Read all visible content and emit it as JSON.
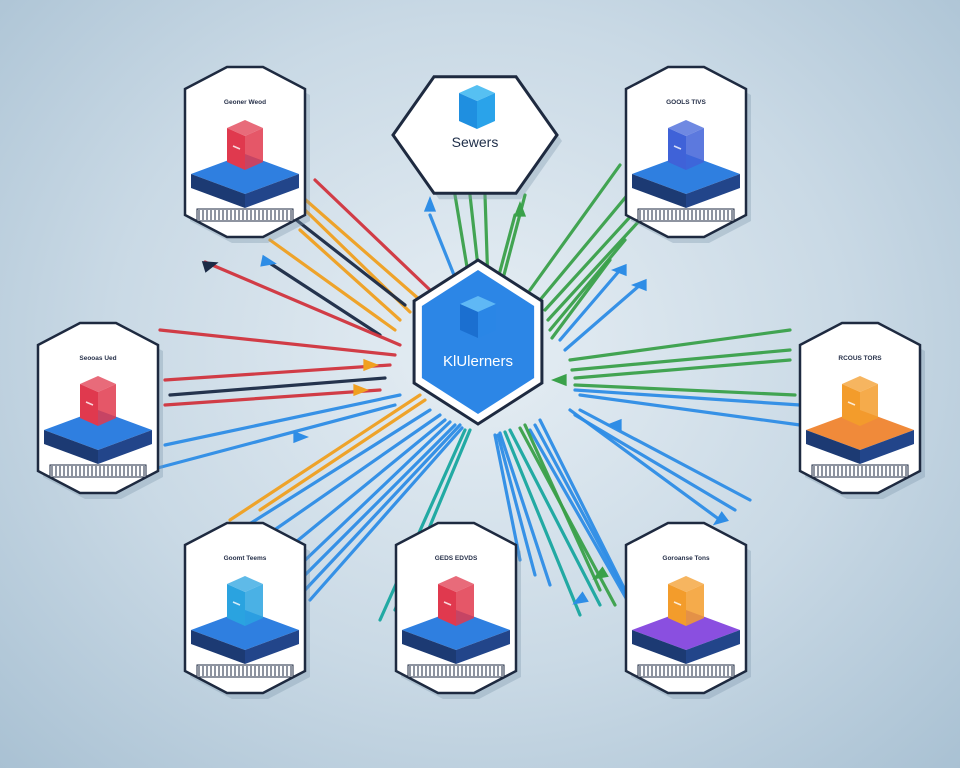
{
  "hub": {
    "label": "KlUlerners",
    "color": "#2c86e6"
  },
  "top_node": {
    "label": "Sewers"
  },
  "nodes": [
    {
      "id": "node-top-left",
      "label": "Geoner Weod",
      "cube": "#e0394e",
      "base": "#2f7fe0"
    },
    {
      "id": "node-top-right",
      "label": "GOOLS TIVS",
      "cube": "#3f62d8",
      "base": "#2f7fe0"
    },
    {
      "id": "node-mid-left",
      "label": "Seooas Ued",
      "cube": "#e0394e",
      "base": "#2f7fe0"
    },
    {
      "id": "node-mid-right",
      "label": "RCOUS TORS",
      "cube": "#f39c2b",
      "base": "#f08a3a"
    },
    {
      "id": "node-bottom-left",
      "label": "Goomt Teems",
      "cube": "#2aa3e0",
      "base": "#2f7fe0"
    },
    {
      "id": "node-bottom-mid",
      "label": "GEDS EDVDS",
      "cube": "#e0394e",
      "base": "#2f7fe0"
    },
    {
      "id": "node-bottom-right",
      "label": "Goroanse Tons",
      "cube": "#f39c2b",
      "base": "#8a4fe0"
    }
  ],
  "link_colors": [
    "#2e8de6",
    "#3aa14a",
    "#f0a020",
    "#d1343e",
    "#1b2a45",
    "#19a7a0"
  ]
}
